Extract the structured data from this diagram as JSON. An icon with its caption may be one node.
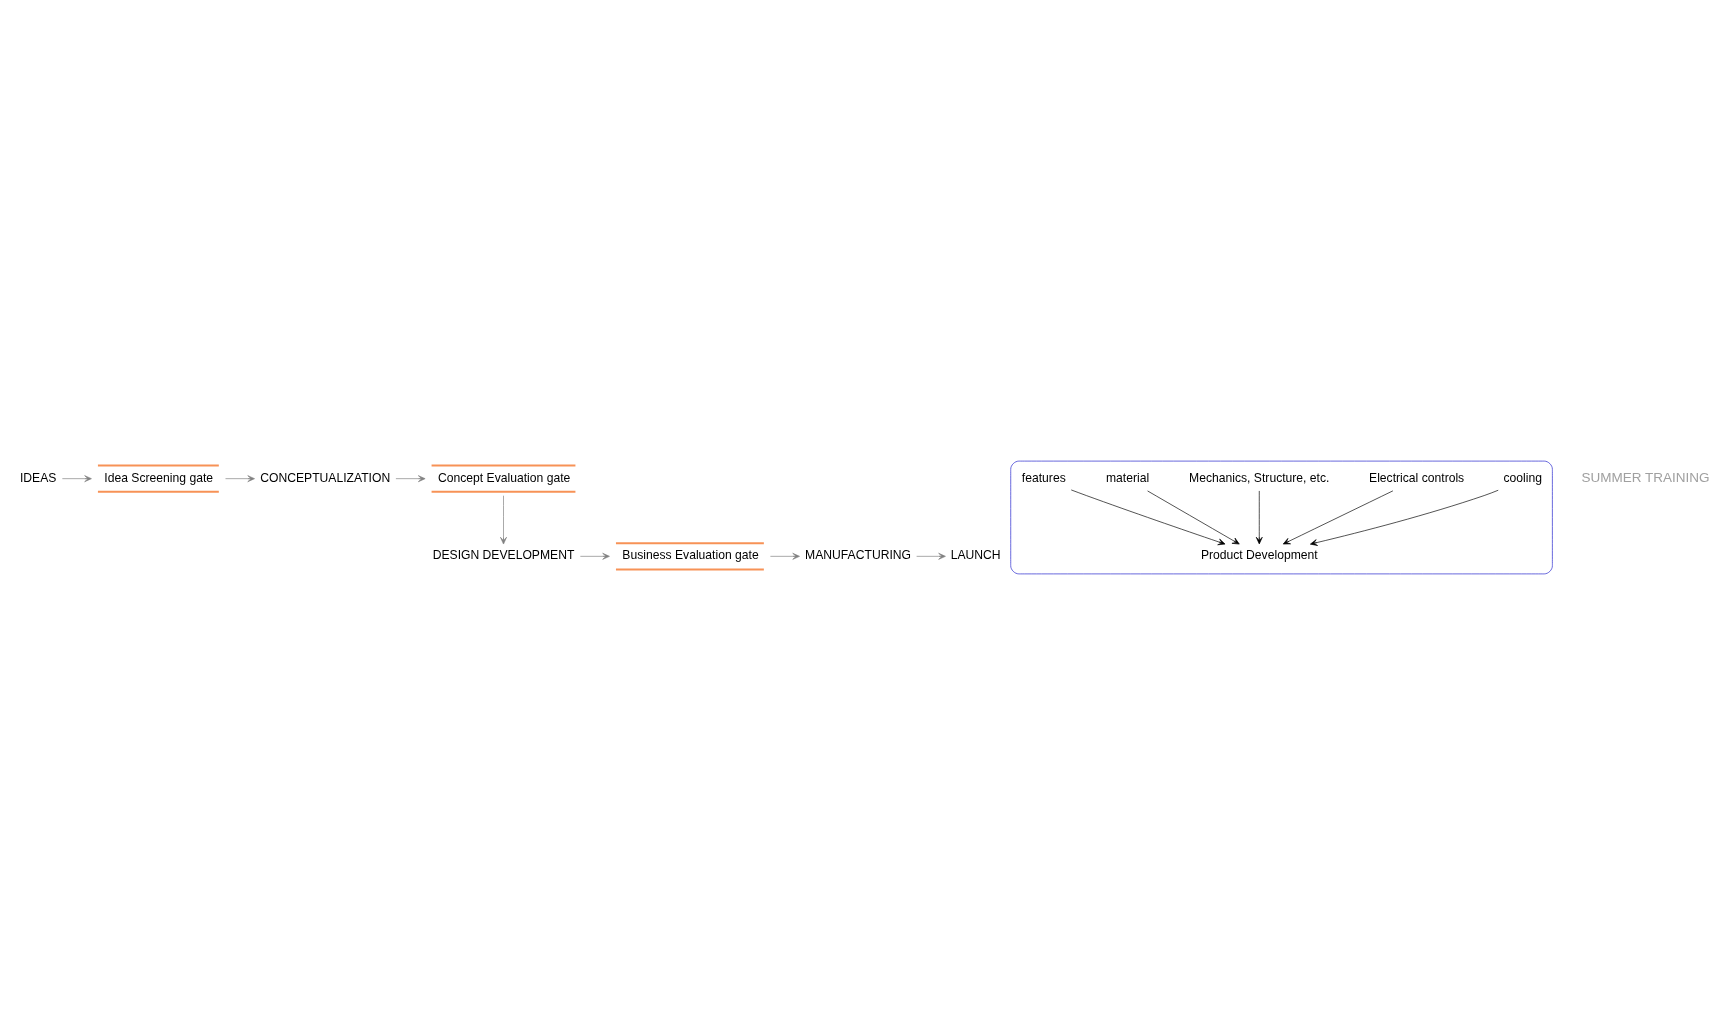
{
  "diagram": {
    "nodes": [
      {
        "text": [
          "IDEAS"
        ]
      },
      {
        "text": [
          "Idea Screening gate"
        ]
      },
      {
        "text": [
          "CONCEPTUALIZATION"
        ]
      },
      {
        "text": [
          "Concept Evaluation gate"
        ]
      },
      {
        "text": [
          "DESIGN DEVELOPMENT"
        ]
      },
      {
        "text": [
          "Business Evaluation gate"
        ]
      },
      {
        "text": [
          "MANUFACTURING"
        ]
      },
      {
        "text": [
          "LAUNCH"
        ]
      },
      {
        "text": [],
        "shape": "ellipse"
      },
      {
        "text": [
          "cooling"
        ],
        "in": 8
      },
      {
        "text": [
          "Electrical controls"
        ],
        "in": 8
      },
      {
        "text": [
          "Product Development"
        ],
        "in": 8
      },
      {
        "text": [
          "Mechanics, Structure, etc."
        ],
        "in": 8
      },
      {
        "text": [
          "material"
        ],
        "in": 8
      },
      {
        "text": [
          "features"
        ],
        "in": 8
      }
    ],
    "edges": [
      {
        "from": 0,
        "to": 1,
        "arrow": "to"
      },
      {
        "from": 1,
        "to": 2,
        "arrow": "to"
      },
      {
        "from": 2,
        "to": 3,
        "arrow": "to"
      },
      {
        "from": 3,
        "to": 4,
        "arrow": "to"
      },
      {
        "from": 4,
        "to": 5,
        "arrow": "to"
      },
      {
        "from": 5,
        "to": 6,
        "arrow": "to"
      },
      {
        "from": 6,
        "to": 7,
        "arrow": "to"
      },
      {
        "from": 9,
        "to": 11,
        "arrow": "to",
        "color": "#000000"
      },
      {
        "from": 10,
        "to": 11,
        "arrow": "to",
        "color": "#000000"
      },
      {
        "from": 12,
        "to": 11,
        "arrow": "to",
        "color": "#000000"
      },
      {
        "from": 13,
        "to": 11,
        "arrow": "to",
        "color": "#000000"
      },
      {
        "from": 14,
        "to": 11,
        "arrow": "to",
        "color": "#000000"
      }
    ],
    "labels": [
      "SUMMER TRAINING"
    ]
  }
}
